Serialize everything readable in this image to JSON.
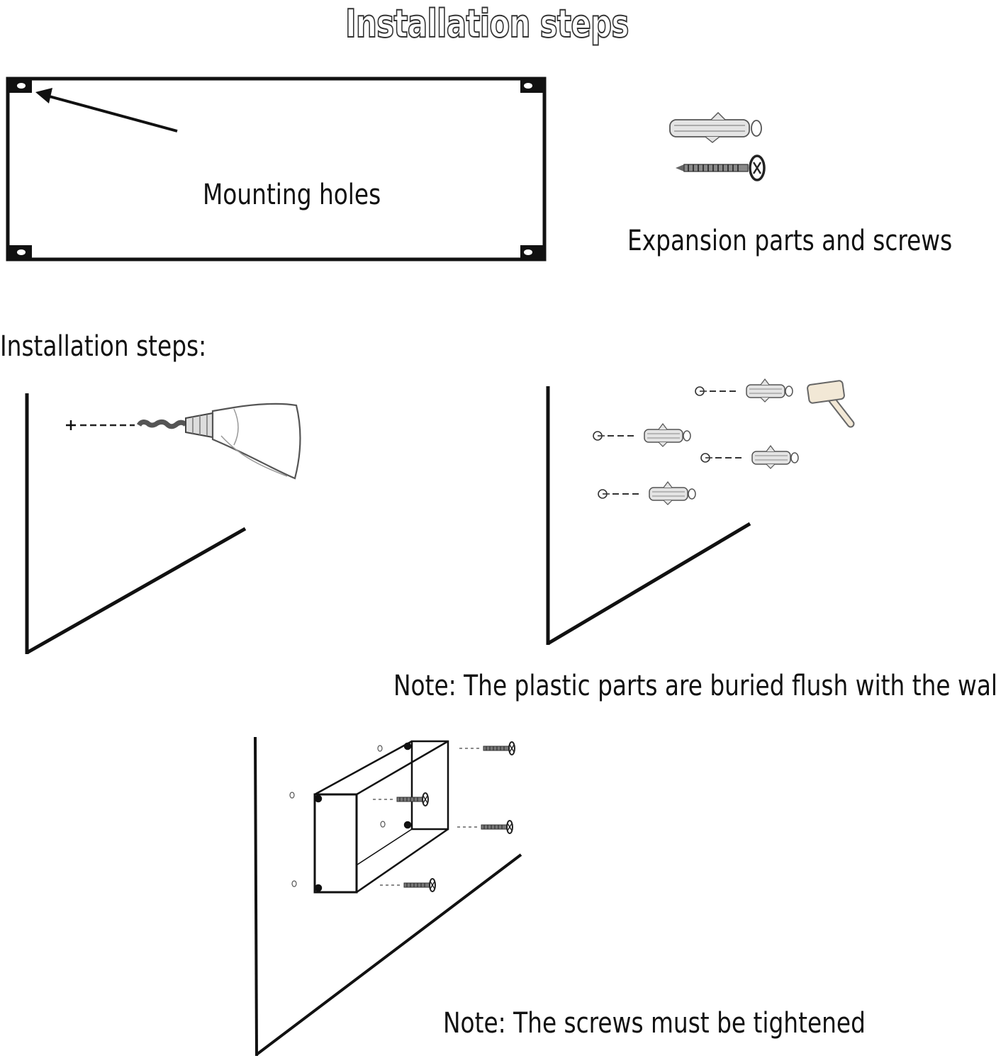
{
  "title": "Installation steps",
  "panel": {
    "mounting_holes_label": "Mounting holes"
  },
  "parts": {
    "label": "Expansion parts and screws"
  },
  "steps": {
    "heading": "Installation steps:",
    "note_plastic": "Note: The plastic parts are buried flush with the wall",
    "note_screws": "Note: The screws must be tightened"
  },
  "icons": [
    "drill-icon",
    "hammer-icon",
    "wall-plug-icon",
    "screw-icon",
    "shelf-box-icon"
  ],
  "colors": {
    "line": "#111111",
    "text": "#111111",
    "plug_fill": "#e4e4e4",
    "hammer_fill": "#f2e8d6"
  }
}
